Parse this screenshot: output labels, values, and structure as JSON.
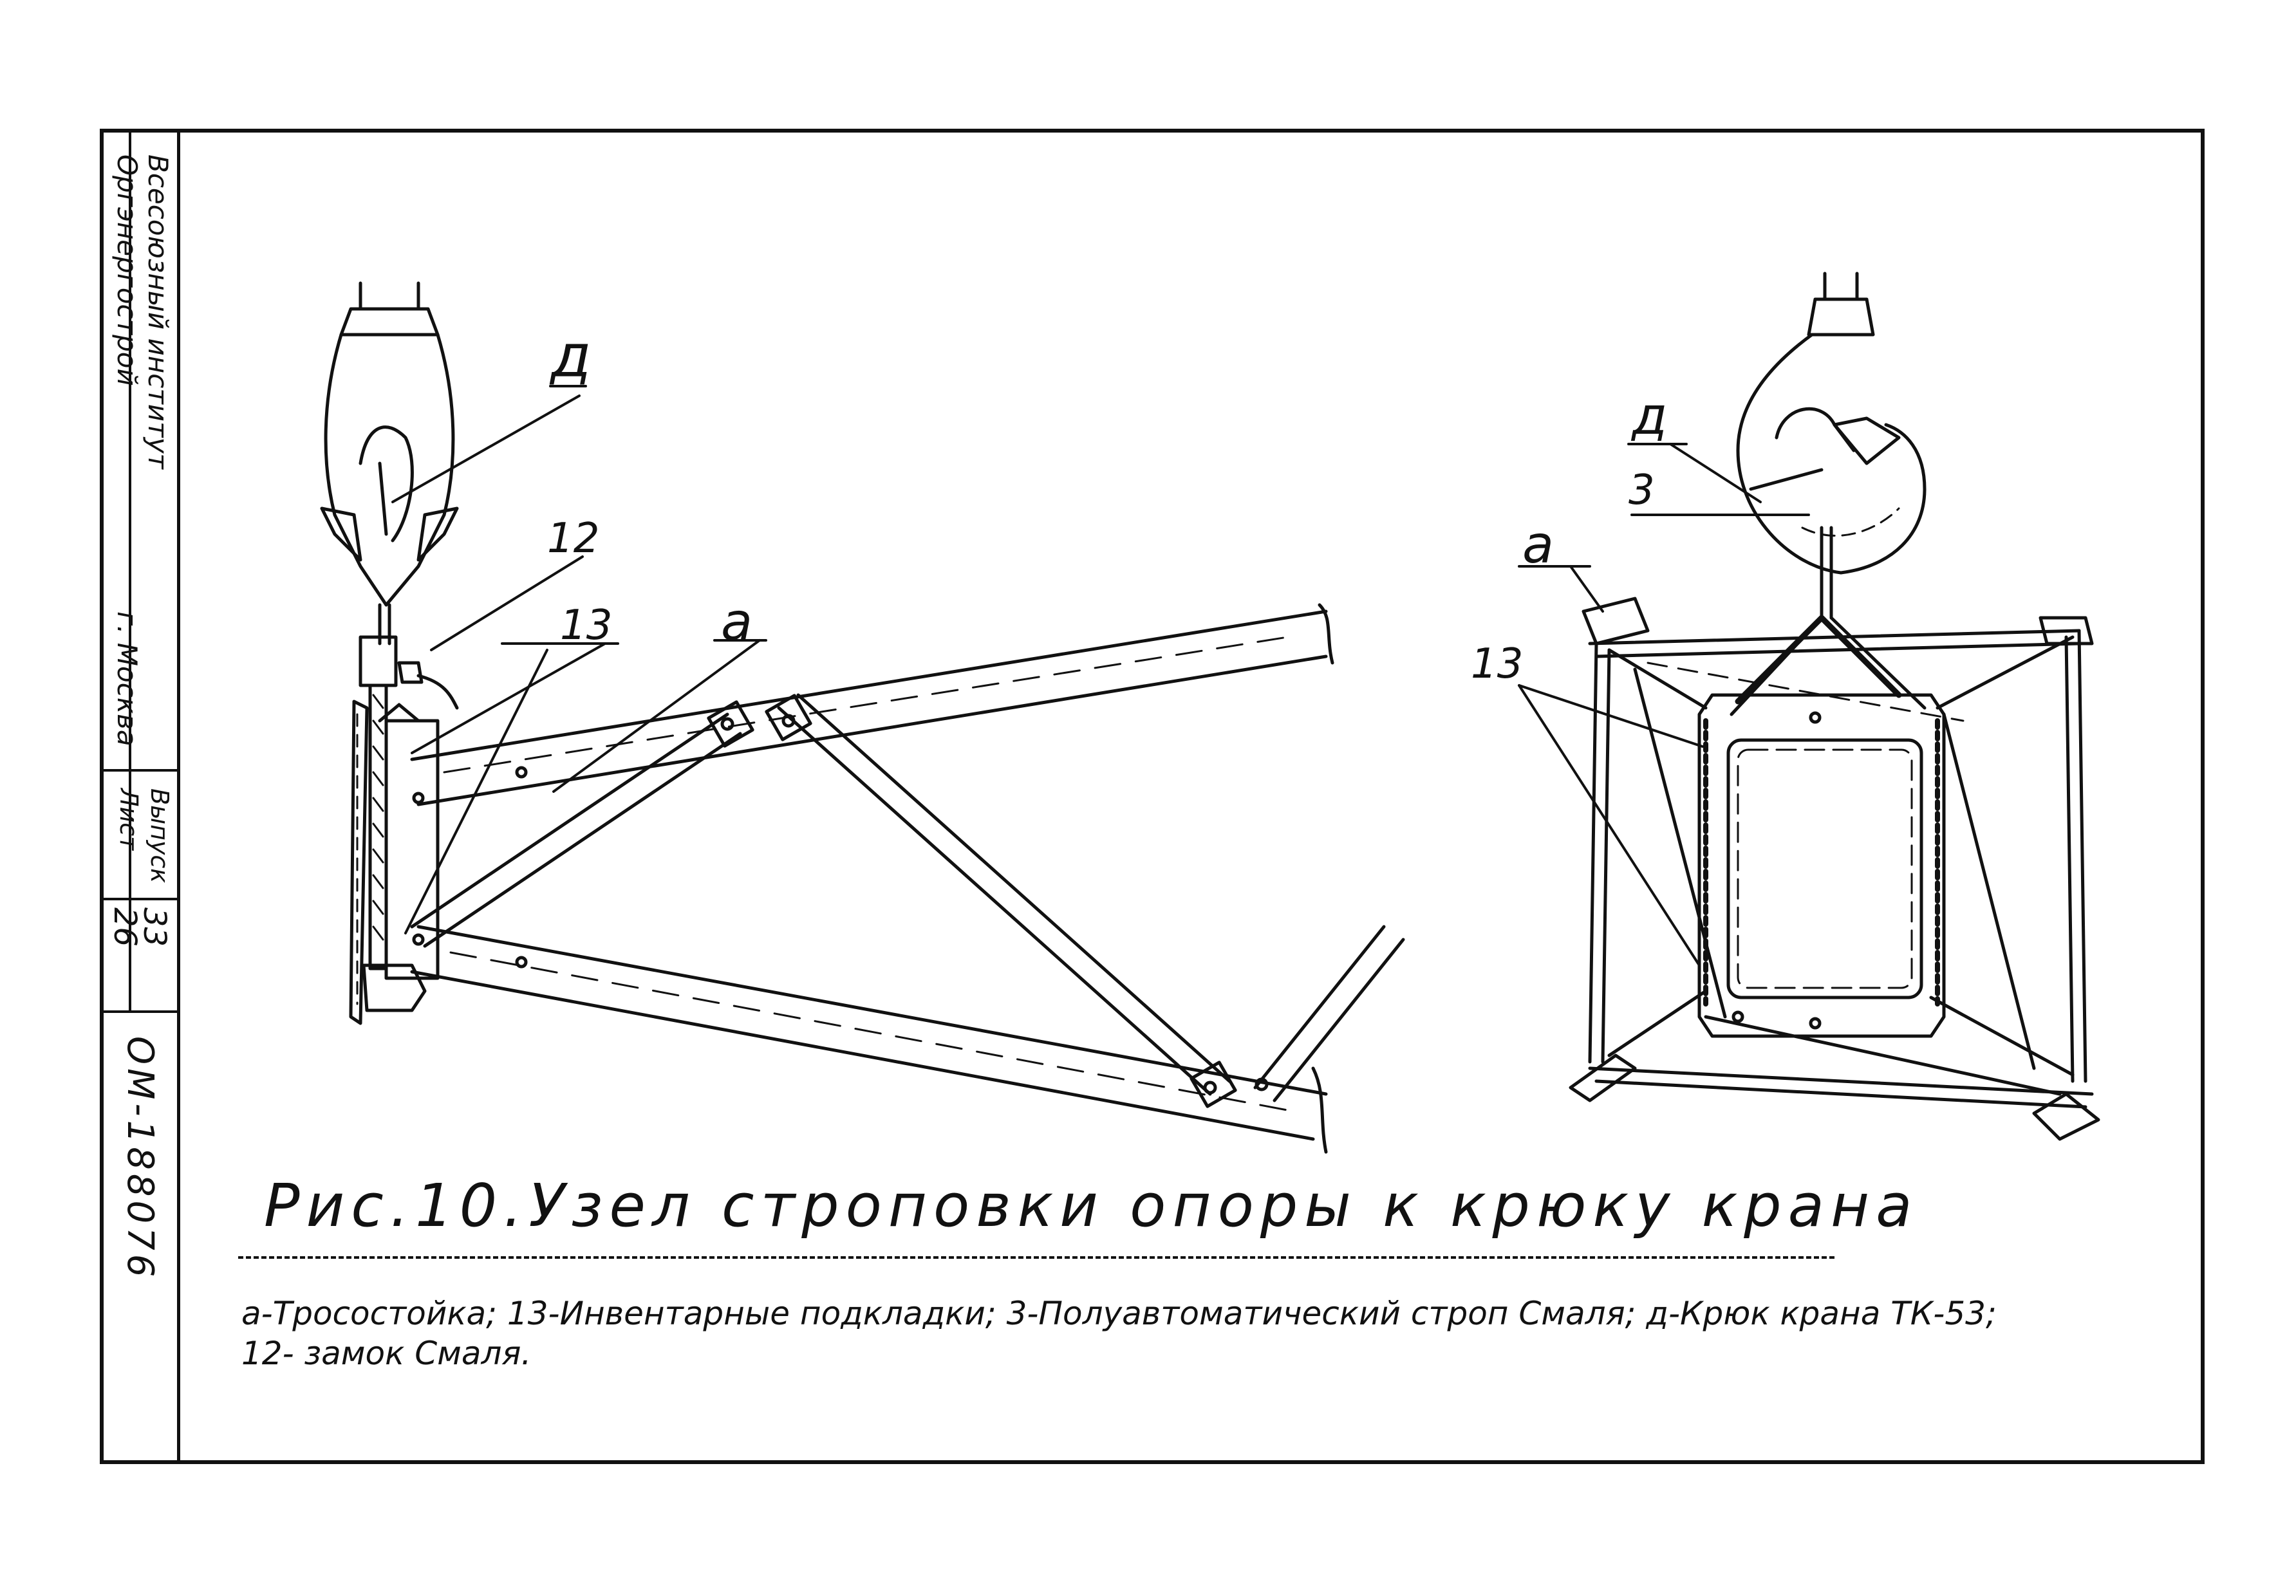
{
  "stamp": {
    "org_line_1": "Всесоюзный институт",
    "org_line_2": "Оргэнергострой",
    "city": "г. Москва",
    "label_part": "Выпуск",
    "label_sheet": "Лист",
    "value_part": "33",
    "value_sheet": "26",
    "doc_code": "ОМ-188076"
  },
  "callouts": {
    "hook_left": "д",
    "lock": "12",
    "pads_left": "13",
    "stand_left": "а",
    "hook_right": "д",
    "sling_right": "3",
    "stand_right": "а",
    "pads_right": "13"
  },
  "caption": {
    "title": "Рис.10.Узел строповки опоры к крюку крана",
    "legend_line_1": "а-Тросостойка; 13-Инвентарные подкладки; 3-Полуавтоматический строп Смаля; д-Крюк крана ТК-53;",
    "legend_line_2": "12- замок Смаля."
  }
}
